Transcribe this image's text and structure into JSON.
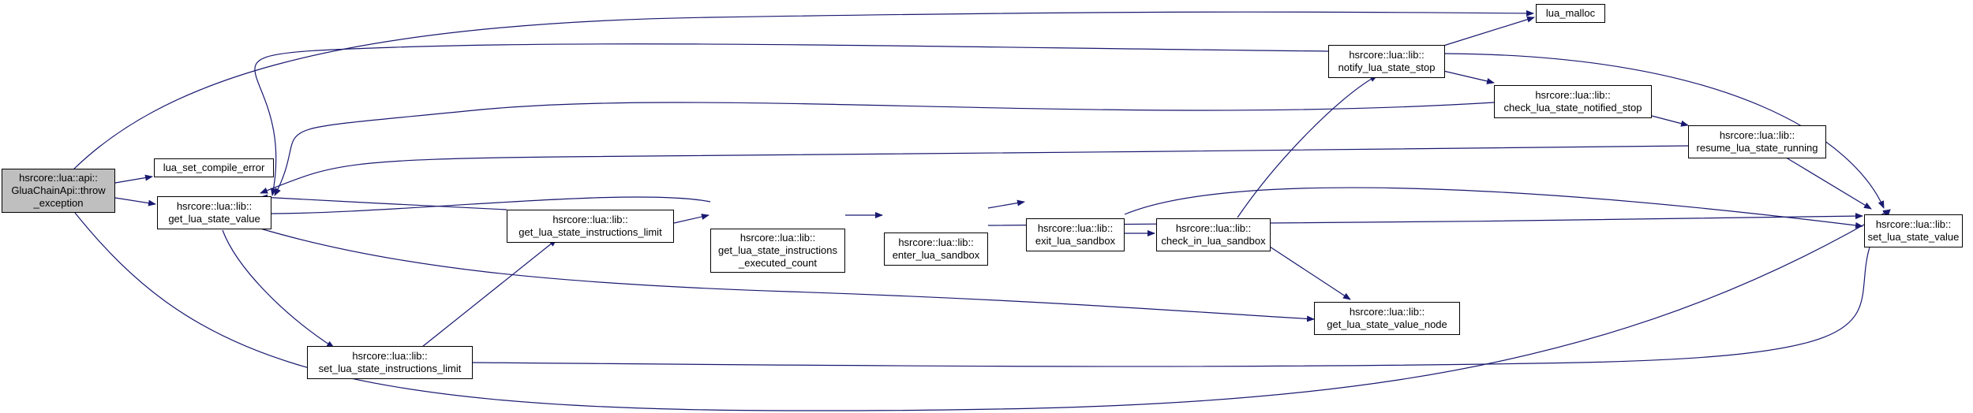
{
  "colors": {
    "edge": "#191970",
    "root_fill": "#bfbfbf",
    "node_fill": "#ffffff",
    "border": "#000000"
  },
  "nodes": {
    "throw_exception": {
      "lines": [
        "hsrcore::lua::api::",
        "GluaChainApi::throw",
        "_exception"
      ]
    },
    "lua_set_compile_error": {
      "lines": [
        "lua_set_compile_error"
      ]
    },
    "get_lua_state_value": {
      "lines": [
        "hsrcore::lua::lib::",
        "get_lua_state_value"
      ]
    },
    "set_lua_state_instructions_limit": {
      "lines": [
        "hsrcore::lua::lib::",
        "set_lua_state_instructions_limit"
      ]
    },
    "get_lua_state_instructions_limit": {
      "lines": [
        "hsrcore::lua::lib::",
        "get_lua_state_instructions_limit"
      ]
    },
    "get_lua_state_instructions_executed_count": {
      "lines": [
        "hsrcore::lua::lib::",
        "get_lua_state_instructions",
        "_executed_count"
      ]
    },
    "enter_lua_sandbox": {
      "lines": [
        "hsrcore::lua::lib::",
        "enter_lua_sandbox"
      ]
    },
    "exit_lua_sandbox": {
      "lines": [
        "hsrcore::lua::lib::",
        "exit_lua_sandbox"
      ]
    },
    "check_in_lua_sandbox": {
      "lines": [
        "hsrcore::lua::lib::",
        "check_in_lua_sandbox"
      ]
    },
    "notify_lua_state_stop": {
      "lines": [
        "hsrcore::lua::lib::",
        "notify_lua_state_stop"
      ]
    },
    "lua_malloc": {
      "lines": [
        "lua_malloc"
      ]
    },
    "get_lua_state_value_node": {
      "lines": [
        "hsrcore::lua::lib::",
        "get_lua_state_value_node"
      ]
    },
    "check_lua_state_notified_stop": {
      "lines": [
        "hsrcore::lua::lib::",
        "check_lua_state_notified_stop"
      ]
    },
    "resume_lua_state_running": {
      "lines": [
        "hsrcore::lua::lib::",
        "resume_lua_state_running"
      ]
    },
    "set_lua_state_value": {
      "lines": [
        "hsrcore::lua::lib::",
        "set_lua_state_value"
      ]
    }
  }
}
